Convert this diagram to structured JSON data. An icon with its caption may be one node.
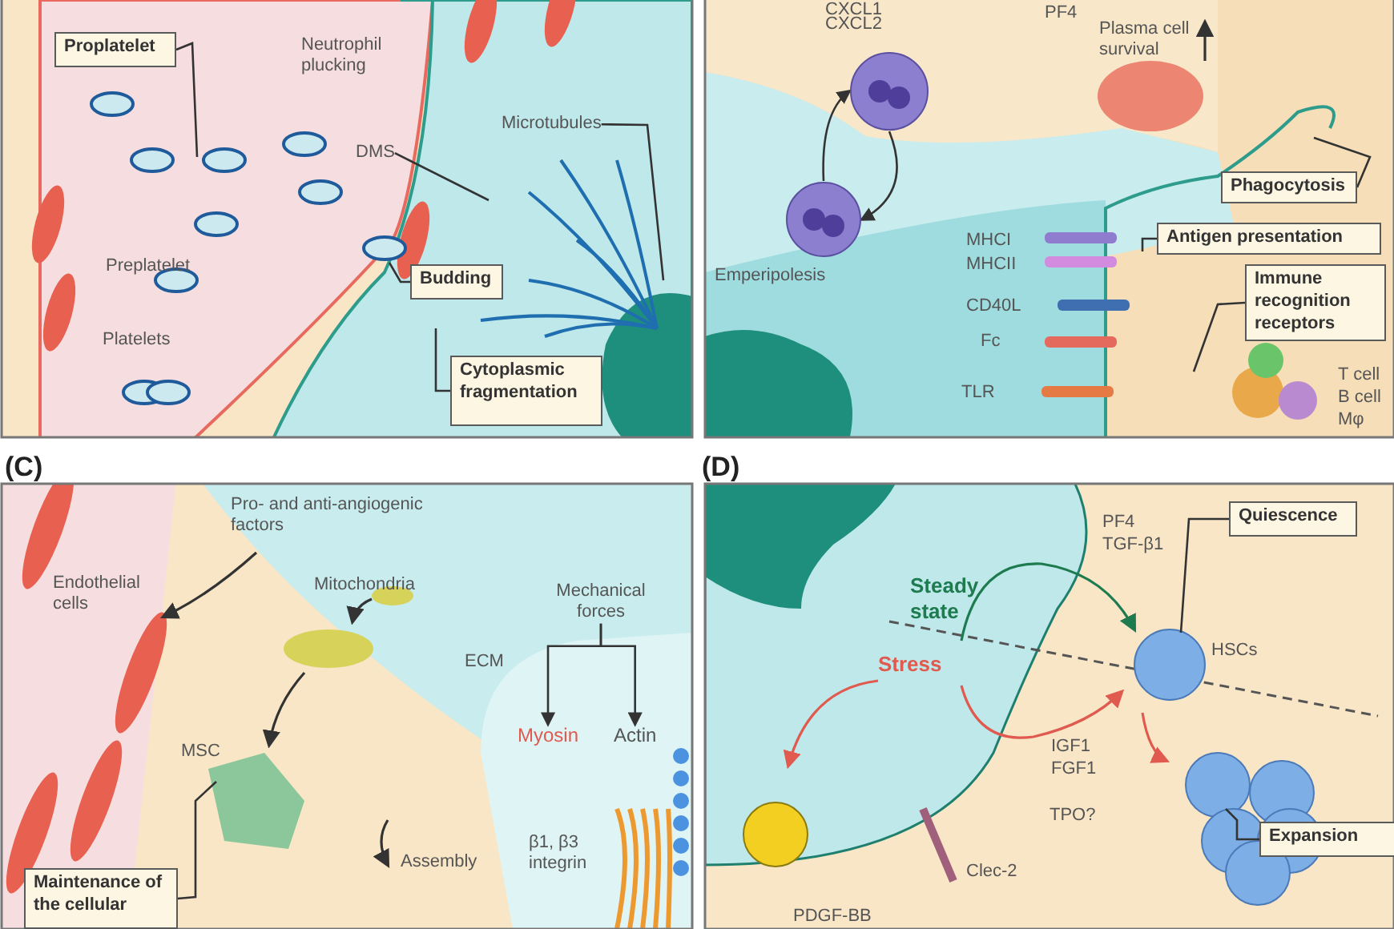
{
  "diagram": {
    "nodes": [
      {
        "text": [
          "Proplatelet"
        ]
      },
      {
        "text": [
          "DMS"
        ]
      },
      {
        "text": [
          "Microtubules"
        ]
      },
      {
        "text": [
          "Budding"
        ]
      },
      {
        "text": [
          "Cytoplasmic fragmentation"
        ]
      },
      {
        "text": [],
        "shape": "circle"
      },
      {
        "text": [],
        "shape": "circle"
      },
      {
        "text": [
          "Phagocytosis"
        ]
      },
      {
        "text": [
          "Antigen presentation"
        ]
      },
      {
        "text": [
          "Immune recognition receptors"
        ]
      },
      {
        "text": [
          "Mechanical forces"
        ]
      },
      {
        "text": [
          "Myosin"
        ]
      },
      {
        "text": [
          "Actin"
        ]
      },
      {
        "text": [
          "Maintenance of the cellular"
        ]
      },
      {
        "text": [
          "Quiescence"
        ]
      },
      {
        "text": [
          "Expansion"
        ]
      }
    ],
    "edges": [
      {
        "from": 0,
        "to": null,
        "arrow": "none"
      },
      {
        "from": 1,
        "to": null,
        "arrow": "none"
      },
      {
        "from": 2,
        "to": null,
        "arrow": "none"
      },
      {
        "from": 3,
        "to": null,
        "arrow": "none"
      },
      {
        "from": 4,
        "to": null,
        "arrow": "none"
      },
      {
        "from": 5,
        "to": 6,
        "arrow": "to"
      },
      {
        "from": 6,
        "to": 5,
        "arrow": "to"
      },
      {
        "from": 7,
        "to": null,
        "arrow": "none"
      },
      {
        "from": 8,
        "to": null,
        "arrow": "none"
      },
      {
        "from": 9,
        "to": null,
        "arrow": "none"
      },
      {
        "from": 10,
        "to": 11,
        "arrow": "to"
      },
      {
        "from": 10,
        "to": 12,
        "arrow": "to"
      },
      {
        "from": 13,
        "to": null,
        "arrow": "none"
      },
      {
        "from": 14,
        "to": null,
        "arrow": "none"
      },
      {
        "from": 15,
        "to": null,
        "arrow": "none"
      }
    ],
    "labels": [
      "Neutrophil plucking",
      "Preplatelet",
      "Platelets",
      "CXCL1",
      "CXCL2",
      "PF4",
      "Plasma cell survival",
      "Emperipolesis",
      "MHCI",
      "MHCII",
      "CD40L",
      "Fc",
      "TLR",
      "T cell",
      "B cell",
      "Mφ",
      "(C)",
      "Pro- and anti-angiogenic factors",
      "Endothelial cells",
      "Mitochondria",
      "ECM",
      "MSC",
      "Assembly",
      "β1, β3 integrin",
      "(D)",
      "PF4",
      "TGF-β1",
      "Steady state",
      "Stress",
      "HSCs",
      "IGF1",
      "FGF1",
      "TPO?",
      "Clec-2",
      "PDGF-BB"
    ]
  }
}
